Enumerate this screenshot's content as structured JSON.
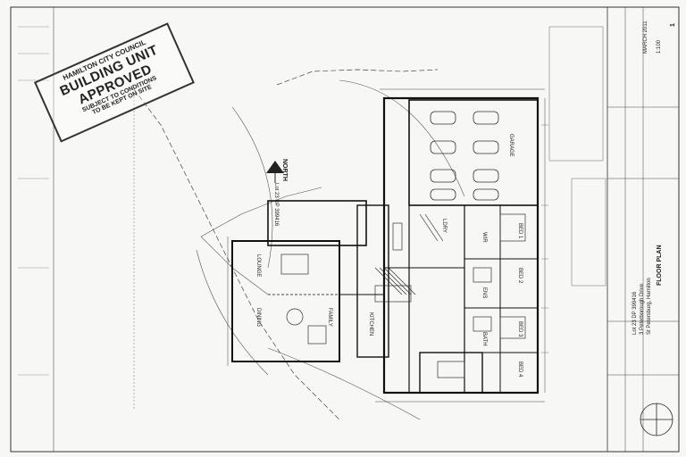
{
  "stamp": {
    "council": "HAMILTON CITY COUNCIL",
    "title": "BUILDING UNIT APPROVED",
    "line1": "SUBJECT TO CONDITIONS",
    "line2": "TO BE KEPT ON SITE"
  },
  "north": {
    "label": "NORTH",
    "lot": "Lot 23 DP 399416"
  },
  "title_block": {
    "project": "Lot 23 DP 399416",
    "address": "3 Peterborough Drive",
    "suburb": "St Petersburg, Hamilton",
    "drawing": "FLOOR PLAN",
    "date": "MARCH 2011",
    "scale": "1:100",
    "sheet": "1"
  },
  "rooms": [
    "GARAGE",
    "BED 1",
    "BED 2",
    "BED 3",
    "BED 4",
    "DINING",
    "LOUNGE",
    "KITCHEN",
    "FAMILY",
    "ENS",
    "WIR",
    "BATH",
    "LDRY"
  ],
  "colors": {
    "ink": "#222222",
    "paper": "#f7f7f5"
  }
}
